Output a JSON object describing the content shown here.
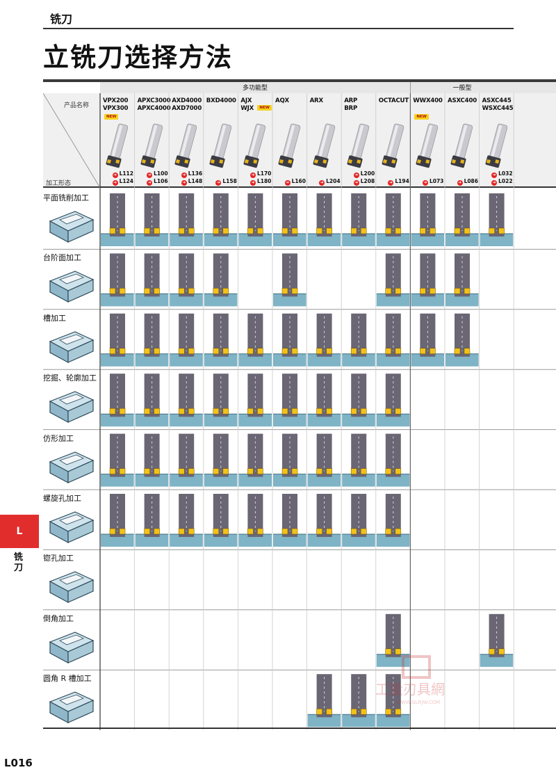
{
  "section": "铣刀",
  "page_title": "立铣刀选择方法",
  "header": {
    "group_multi": "多功能型",
    "group_general": "一般型",
    "product_label": "产品名称",
    "form_label": "加工形态"
  },
  "products": [
    {
      "id": "vpx",
      "name_lines": [
        "VPX200",
        "VPX300"
      ],
      "new": true,
      "new_inline": false,
      "refs": [
        "L112",
        "L124"
      ]
    },
    {
      "id": "apxc",
      "name_lines": [
        "APXC3000",
        "APXC4000"
      ],
      "new": false,
      "new_inline": false,
      "refs": [
        "L100",
        "L106"
      ]
    },
    {
      "id": "axd",
      "name_lines": [
        "AXD4000",
        "AXD7000"
      ],
      "new": false,
      "new_inline": false,
      "refs": [
        "L136",
        "L148"
      ]
    },
    {
      "id": "bxd",
      "name_lines": [
        "BXD4000"
      ],
      "new": false,
      "new_inline": false,
      "refs": [
        "L158"
      ]
    },
    {
      "id": "ajx",
      "name_lines": [
        "AJX",
        "WJX"
      ],
      "new": true,
      "new_inline": true,
      "refs": [
        "L170",
        "L180"
      ]
    },
    {
      "id": "aqx",
      "name_lines": [
        "AQX"
      ],
      "new": false,
      "new_inline": false,
      "refs": [
        "L160"
      ]
    },
    {
      "id": "arx",
      "name_lines": [
        "ARX"
      ],
      "new": false,
      "new_inline": false,
      "refs": [
        "L204"
      ]
    },
    {
      "id": "arp",
      "name_lines": [
        "ARP",
        "BRP"
      ],
      "new": false,
      "new_inline": false,
      "refs": [
        "L200",
        "L208"
      ]
    },
    {
      "id": "octacut",
      "name_lines": [
        "OCTACUT"
      ],
      "new": false,
      "new_inline": false,
      "refs": [
        "L194"
      ]
    },
    {
      "id": "wwx",
      "name_lines": [
        "WWX400"
      ],
      "new": true,
      "new_inline": false,
      "refs": [
        "L073"
      ]
    },
    {
      "id": "asxc",
      "name_lines": [
        "ASXC400"
      ],
      "new": false,
      "new_inline": false,
      "refs": [
        "L086"
      ]
    },
    {
      "id": "asxc445",
      "name_lines": [
        "ASXC445",
        "WSXC445"
      ],
      "new": false,
      "new_inline": false,
      "refs": [
        "L032",
        "L022"
      ]
    }
  ],
  "new_label": "NEW",
  "operations": [
    {
      "id": "face",
      "label": "平面铣削加工",
      "applicable": [
        "vpx",
        "apxc",
        "axd",
        "bxd",
        "ajx",
        "aqx",
        "arx",
        "arp",
        "octacut",
        "wwx",
        "asxc",
        "asxc445"
      ]
    },
    {
      "id": "shoulder",
      "label": "台阶面加工",
      "applicable": [
        "vpx",
        "apxc",
        "axd",
        "bxd",
        "aqx",
        "octacut",
        "wwx",
        "asxc"
      ]
    },
    {
      "id": "slot",
      "label": "槽加工",
      "applicable": [
        "vpx",
        "apxc",
        "axd",
        "bxd",
        "ajx",
        "aqx",
        "arx",
        "arp",
        "octacut",
        "wwx",
        "asxc"
      ]
    },
    {
      "id": "pocket",
      "label": "挖掘、轮廓加工",
      "applicable": [
        "vpx",
        "apxc",
        "axd",
        "bxd",
        "ajx",
        "aqx",
        "arx",
        "arp",
        "octacut"
      ]
    },
    {
      "id": "profile",
      "label": "仿形加工",
      "applicable": [
        "vpx",
        "apxc",
        "axd",
        "bxd",
        "ajx",
        "aqx",
        "arx",
        "arp",
        "octacut"
      ]
    },
    {
      "id": "helical",
      "label": "螺旋孔加工",
      "applicable": [
        "vpx",
        "apxc",
        "axd",
        "bxd",
        "ajx",
        "aqx",
        "arx",
        "arp",
        "octacut"
      ]
    },
    {
      "id": "counterbore",
      "label": "锪孔加工",
      "applicable": []
    },
    {
      "id": "chamfer",
      "label": "倒角加工",
      "applicable": [
        "octacut",
        "asxc445"
      ]
    },
    {
      "id": "radius",
      "label": "圆角 R 槽加工",
      "applicable": [
        "arx",
        "arp",
        "octacut"
      ]
    }
  ],
  "side_tab": "L",
  "side_word": "铣刀",
  "page_number": "L016",
  "watermark": {
    "text": "工量刃具網",
    "url": "WWW.GLRJW.COM"
  },
  "colors": {
    "workpiece": "#7fb3c6",
    "tool": "#6a6674",
    "insert": "#f2c21a",
    "accent": "#e22d2d"
  }
}
